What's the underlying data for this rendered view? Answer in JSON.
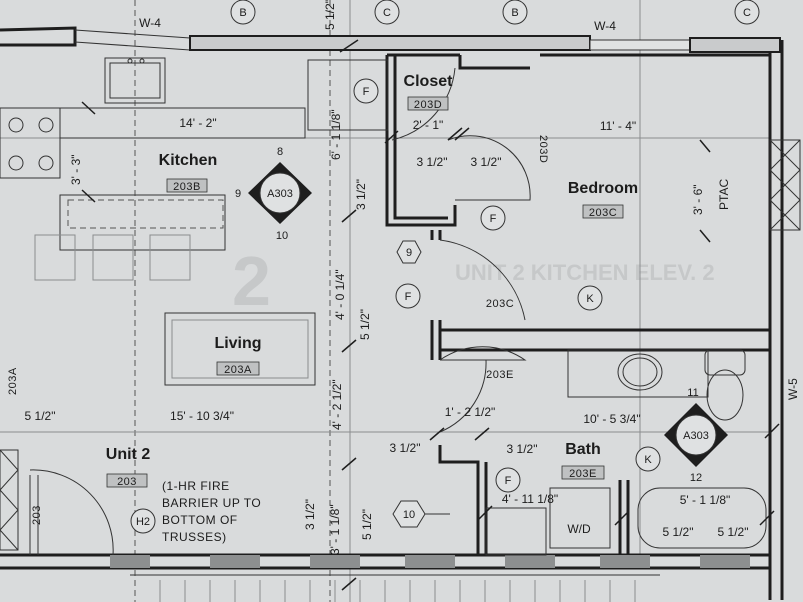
{
  "rooms": {
    "closet": {
      "name": "Closet",
      "tag": "203D"
    },
    "bedroom": {
      "name": "Bedroom",
      "tag": "203C"
    },
    "kitchen": {
      "name": "Kitchen",
      "tag": "203B"
    },
    "living": {
      "name": "Living",
      "tag": "203A"
    },
    "bath": {
      "name": "Bath",
      "tag": "203E"
    },
    "unit": {
      "name": "Unit 2",
      "tag": "203"
    }
  },
  "wall_types": [
    "W-4",
    "W-4",
    "W-5"
  ],
  "grid_bubbles": [
    "B",
    "C",
    "B",
    "C"
  ],
  "door_tags": [
    "203D",
    "203C",
    "203E",
    "203A",
    "203"
  ],
  "keynotes": {
    "f": "F",
    "k": "K",
    "h2": "H2"
  },
  "elevation_markers": {
    "hex_9": "9",
    "hex_10": "10",
    "kitchen_section": {
      "sheet": "A303",
      "top": "8",
      "left": "9",
      "bottom": "10"
    },
    "bath_section": {
      "sheet": "A303",
      "top": "11",
      "bottom": "12"
    }
  },
  "dimensions": {
    "kitchen_width": "14' - 2\"",
    "kitchen_depth": "3' - 3\"",
    "closet_width": "2' - 1\"",
    "bedroom_width": "11' - 4\"",
    "ptac_width": "3' - 6\"",
    "closet_wall_a": "3 1/2\"",
    "closet_wall_b": "3 1/2\"",
    "top_wall": "5 1/2\"",
    "wall_6_1_8": "6' - 1 1/8\"",
    "wall_3_1_2": "3 1/2\"",
    "wall_4_0_1_4": "4' - 0 1/4\"",
    "wall_5_1_2": "5 1/2\"",
    "wall_4_2_1_2": "4' - 2 1/2\"",
    "living_width": "15' - 10 3/4\"",
    "left_wall": "5 1/2\"",
    "hall_width": "1' - 2 1/2\"",
    "hall_wall_a": "3 1/2\"",
    "hall_wall_b": "3 1/2\"",
    "bath_width": "10' - 5 3/4\"",
    "wd_width": "4' - 11 1/8\"",
    "tub_width": "5' - 1 1/8\"",
    "tub_wall_a": "5 1/2\"",
    "tub_wall_b": "5 1/2\"",
    "lower_wall_a": "3 1/2\"",
    "lower_wall_b": "3' - 1 1/8\"",
    "lower_wall_c": "5 1/2\""
  },
  "equipment": {
    "ptac": "PTAC",
    "washer_dryer": "W/D"
  },
  "notes": {
    "fire_barrier": [
      "(1-HR FIRE",
      "BARRIER UP TO",
      "BOTTOM OF",
      "TRUSSES)"
    ]
  },
  "background_watermark": {
    "number": "2",
    "text": "UNIT 2 KITCHEN ELEV. 2"
  }
}
